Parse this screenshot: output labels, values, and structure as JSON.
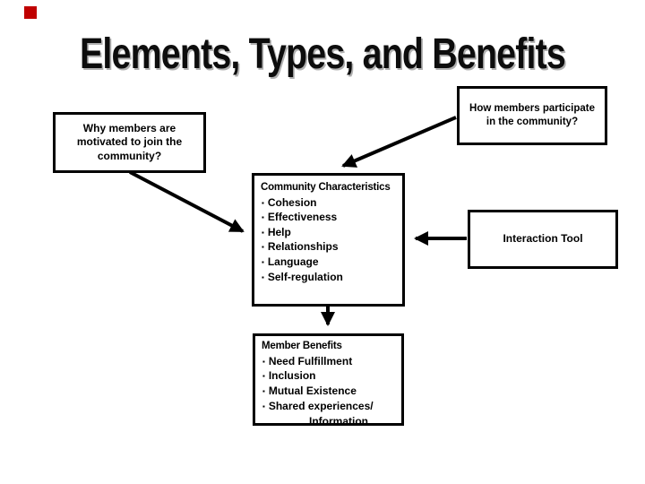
{
  "slide": {
    "title": "Elements, Types, and Benefits",
    "bullet_char": "▪",
    "colors": {
      "ink": "#000000",
      "accent_red": "#C00000",
      "background": "#ffffff"
    },
    "boxes": {
      "why": {
        "lines": [
          "Why members are",
          "motivated to join the",
          "community?"
        ]
      },
      "how": {
        "lines": [
          "How members participate",
          "in the community?"
        ]
      },
      "characteristics": {
        "title": "Community Characteristics",
        "items": [
          "Cohesion",
          "Effectiveness",
          "Help",
          "Relationships",
          "Language",
          "Self-regulation"
        ]
      },
      "interaction": {
        "label": "Interaction Tool"
      },
      "benefits": {
        "title": "Member Benefits",
        "items": [
          "Need Fulfillment",
          "Inclusion",
          "Mutual Existence",
          "Shared experiences/"
        ],
        "continuation": "Information"
      }
    }
  }
}
